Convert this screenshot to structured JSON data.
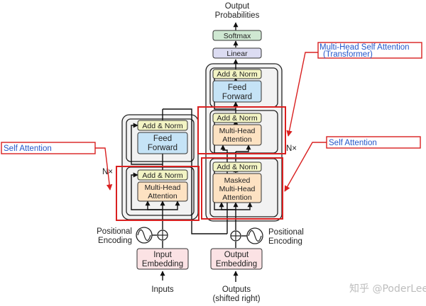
{
  "diagram": {
    "output_probabilities": [
      "Output",
      "Probabilities"
    ],
    "softmax": "Softmax",
    "linear": "Linear",
    "add_norm": "Add & Norm",
    "feed_forward": [
      "Feed",
      "Forward"
    ],
    "multi_head_attention": [
      "Multi-Head",
      "Attention"
    ],
    "masked_multi_head_attention": [
      "Masked",
      "Multi-Head",
      "Attention"
    ],
    "positional_encoding": [
      "Positional",
      "Encoding"
    ],
    "input_embedding": [
      "Input",
      "Embedding"
    ],
    "output_embedding": [
      "Output",
      "Embedding"
    ],
    "inputs": "Inputs",
    "outputs": [
      "Outputs",
      "(shifted right)"
    ],
    "nx_left": "N×",
    "nx_right": "N×"
  },
  "annotations": {
    "self_attention_left": "Self Attention",
    "self_attention_right": "Self Attention",
    "multi_head_self_attention": [
      "Multi-Head Self Attention",
      "(Transformer)"
    ]
  },
  "watermark": "知乎 @PoderLee",
  "colors": {
    "add_norm_fill": "#f3f4c4",
    "feed_forward_fill": "#c5e3f6",
    "attention_fill": "#fde2c2",
    "embedding_fill": "#fbe2e4",
    "softmax_fill": "#cfe8d2",
    "linear_fill": "#dcdcf2",
    "block_fill": "#f2f2f2",
    "highlight_red": "#d92020",
    "annotation_blue": "#2456c9"
  }
}
